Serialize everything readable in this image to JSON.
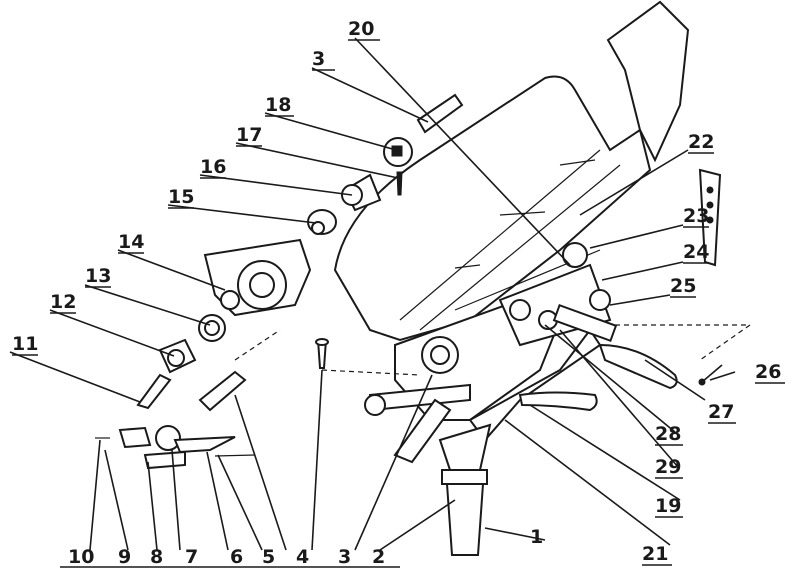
{
  "diagram": {
    "labels": {
      "l1": "1",
      "l2": "2",
      "l3a": "3",
      "l3b": "3",
      "l4": "4",
      "l5": "5",
      "l6": "6",
      "l7": "7",
      "l8": "8",
      "l9": "9",
      "l10": "10",
      "l11": "11",
      "l12": "12",
      "l13": "13",
      "l14": "14",
      "l15": "15",
      "l16": "16",
      "l17": "17",
      "l18": "18",
      "l19": "19",
      "l20": "20",
      "l21": "21",
      "l22": "22",
      "l23": "23",
      "l24": "24",
      "l25": "25",
      "l26": "26",
      "l27": "27",
      "l28": "28",
      "l29": "29"
    }
  }
}
